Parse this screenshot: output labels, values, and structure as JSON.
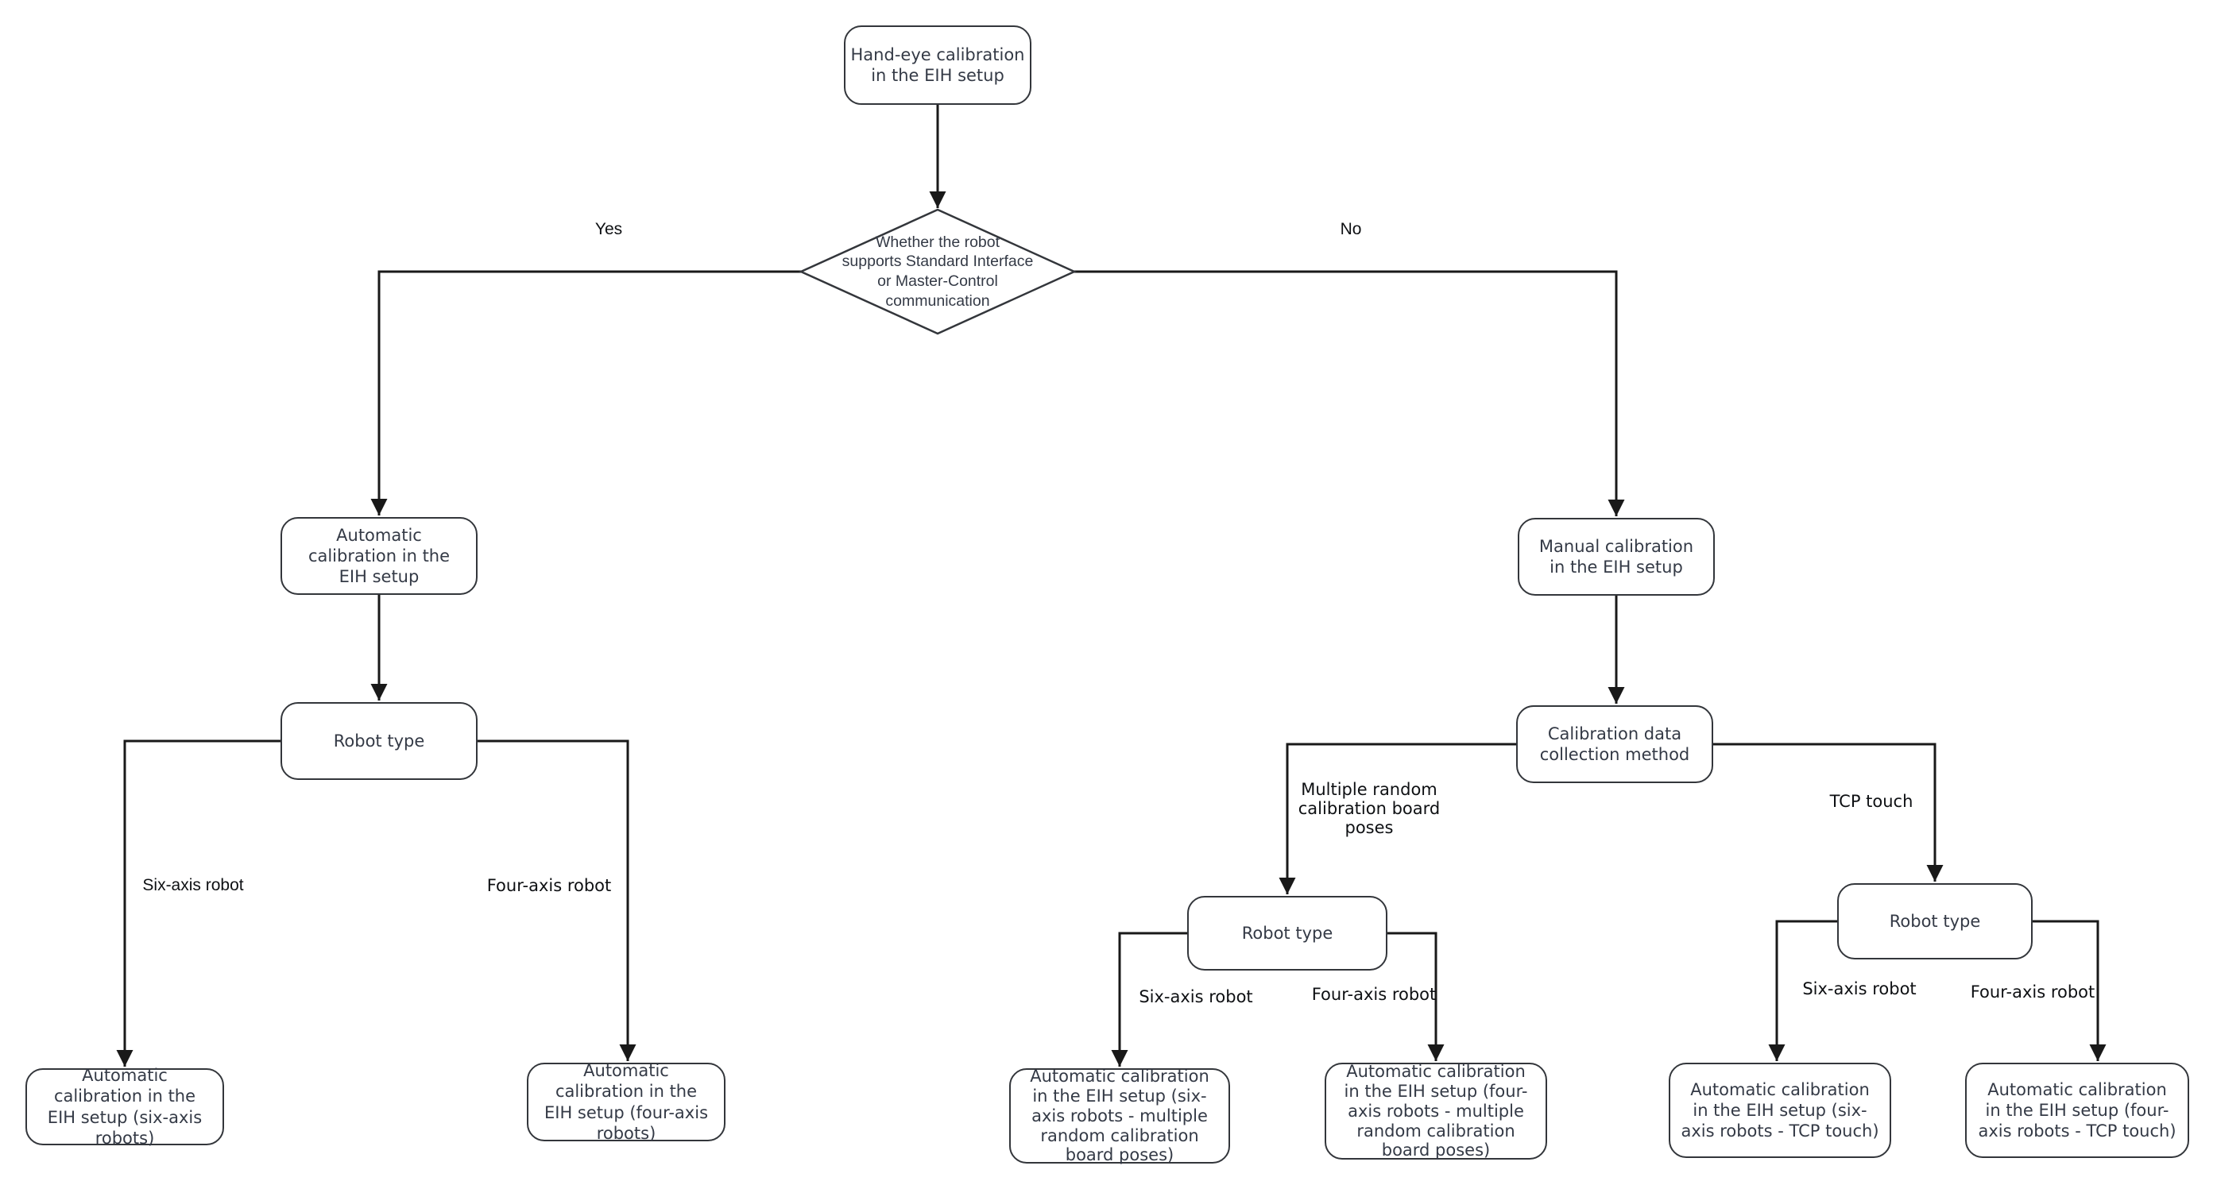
{
  "diagram": {
    "colors": {
      "bg": "#ffffff",
      "node_fill": "#ffffff",
      "node_border": "#33363b",
      "node_text": "#343a46",
      "line": "#191919",
      "label_text": "#0e1013"
    },
    "nodes": {
      "root": {
        "label": "Hand-eye calibration\nin the EIH setup"
      },
      "decision": {
        "label": "Whether the robot\nsupports Standard Interface\nor Master-Control\ncommunication"
      },
      "auto": {
        "label": "Automatic\ncalibration in the\nEIH setup"
      },
      "robot_type_left": {
        "label": "Robot type"
      },
      "leaf_six": {
        "label": "Automatic\ncalibration in the\nEIH setup (six-axis\nrobots)"
      },
      "leaf_four": {
        "label": "Automatic\ncalibration in the\nEIH setup (four-axis\nrobots)"
      },
      "manual": {
        "label": "Manual calibration\nin the EIH setup"
      },
      "collection": {
        "label": "Calibration data\ncollection method"
      },
      "robot_type_mid": {
        "label": "Robot type"
      },
      "robot_type_right": {
        "label": "Robot type"
      },
      "leaf_six_poses": {
        "label": "Automatic calibration\nin the EIH setup (six-\naxis robots - multiple\nrandom calibration\nboard poses)"
      },
      "leaf_four_poses": {
        "label": "Automatic calibration\nin the EIH setup (four-\naxis robots - multiple\nrandom calibration\nboard poses)"
      },
      "leaf_six_tcp": {
        "label": "Automatic calibration\nin the EIH setup (six-\naxis robots - TCP touch)"
      },
      "leaf_four_tcp": {
        "label": "Automatic calibration\nin the EIH setup (four-\naxis robots - TCP touch)"
      }
    },
    "edge_labels": {
      "yes": "Yes",
      "no": "No",
      "six_axis_left": "Six-axis robot",
      "four_axis_left": "Four-axis robot",
      "multi_poses": "Multiple random\ncalibration board\nposes",
      "tcp_touch": "TCP touch",
      "six_axis_mid": "Six-axis robot",
      "four_axis_mid": "Four-axis robot",
      "six_axis_right": "Six-axis robot",
      "four_axis_right": "Four-axis robot"
    }
  }
}
